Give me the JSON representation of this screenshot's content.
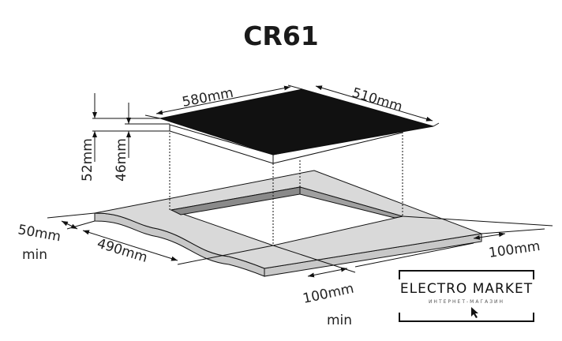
{
  "title": "CR61",
  "dimensions": {
    "hob_width": "580mm",
    "hob_depth": "510mm",
    "total_height": "52mm",
    "built_in_height": "46mm",
    "cutout_depth": "490mm",
    "back_clearance": "50mm",
    "back_clearance_note": "min",
    "side_clearance": "100mm",
    "front_clearance": "100mm",
    "front_clearance_note": "min"
  },
  "logo": {
    "name": "ELECTRO MARKET",
    "subtitle": "ИНТЕРНЕТ-МАГАЗИН"
  },
  "colors": {
    "hob": "#111111",
    "countertop": "#d6d6d6",
    "cutout_wall": "#8a8a8a"
  }
}
